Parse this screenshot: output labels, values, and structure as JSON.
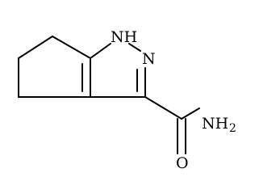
{
  "atoms": {
    "nh_label": "NH",
    "n_label": "N",
    "o_label": "O",
    "amine_label": "NH",
    "amine_subscript": "2"
  }
}
